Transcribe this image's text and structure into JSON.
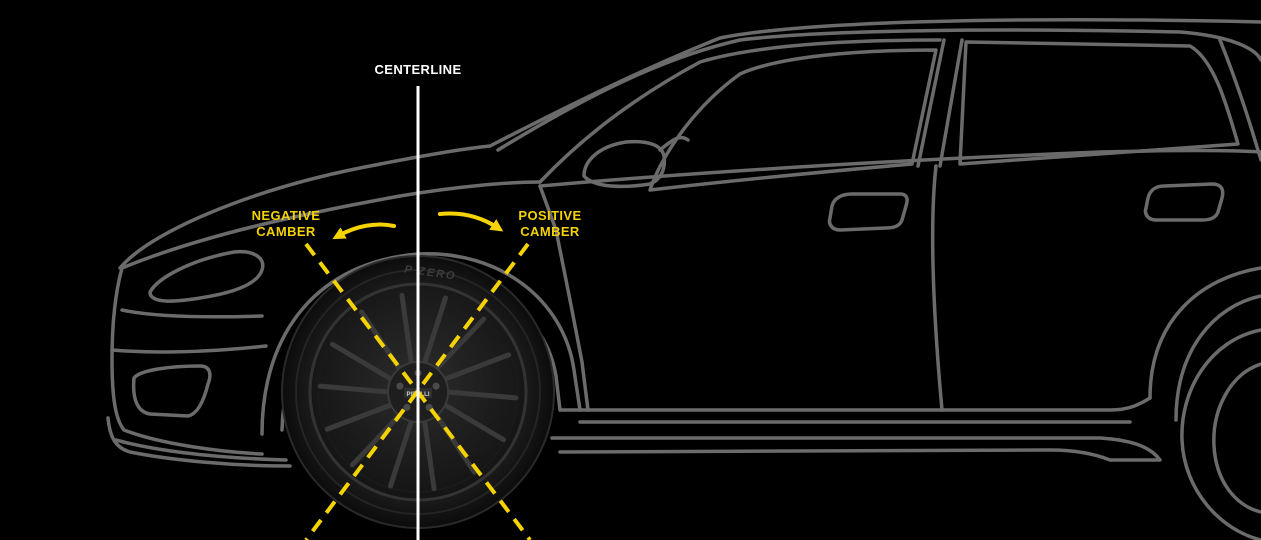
{
  "colors": {
    "background": "#000000",
    "car_outline": "#6b6b6b",
    "accent": "#f5d300",
    "centerline": "#ffffff"
  },
  "labels": {
    "centerline": "CENTERLINE",
    "negative_camber": [
      "NEGATIVE",
      "CAMBER"
    ],
    "positive_camber": [
      "POSITIVE",
      "CAMBER"
    ]
  },
  "tire": {
    "sidewall_text": "P ZERO",
    "hub_badge": "PIRELLI",
    "spoke_count": 14
  },
  "icons": [
    "negative-camber-arrow-icon",
    "positive-camber-arrow-icon"
  ]
}
